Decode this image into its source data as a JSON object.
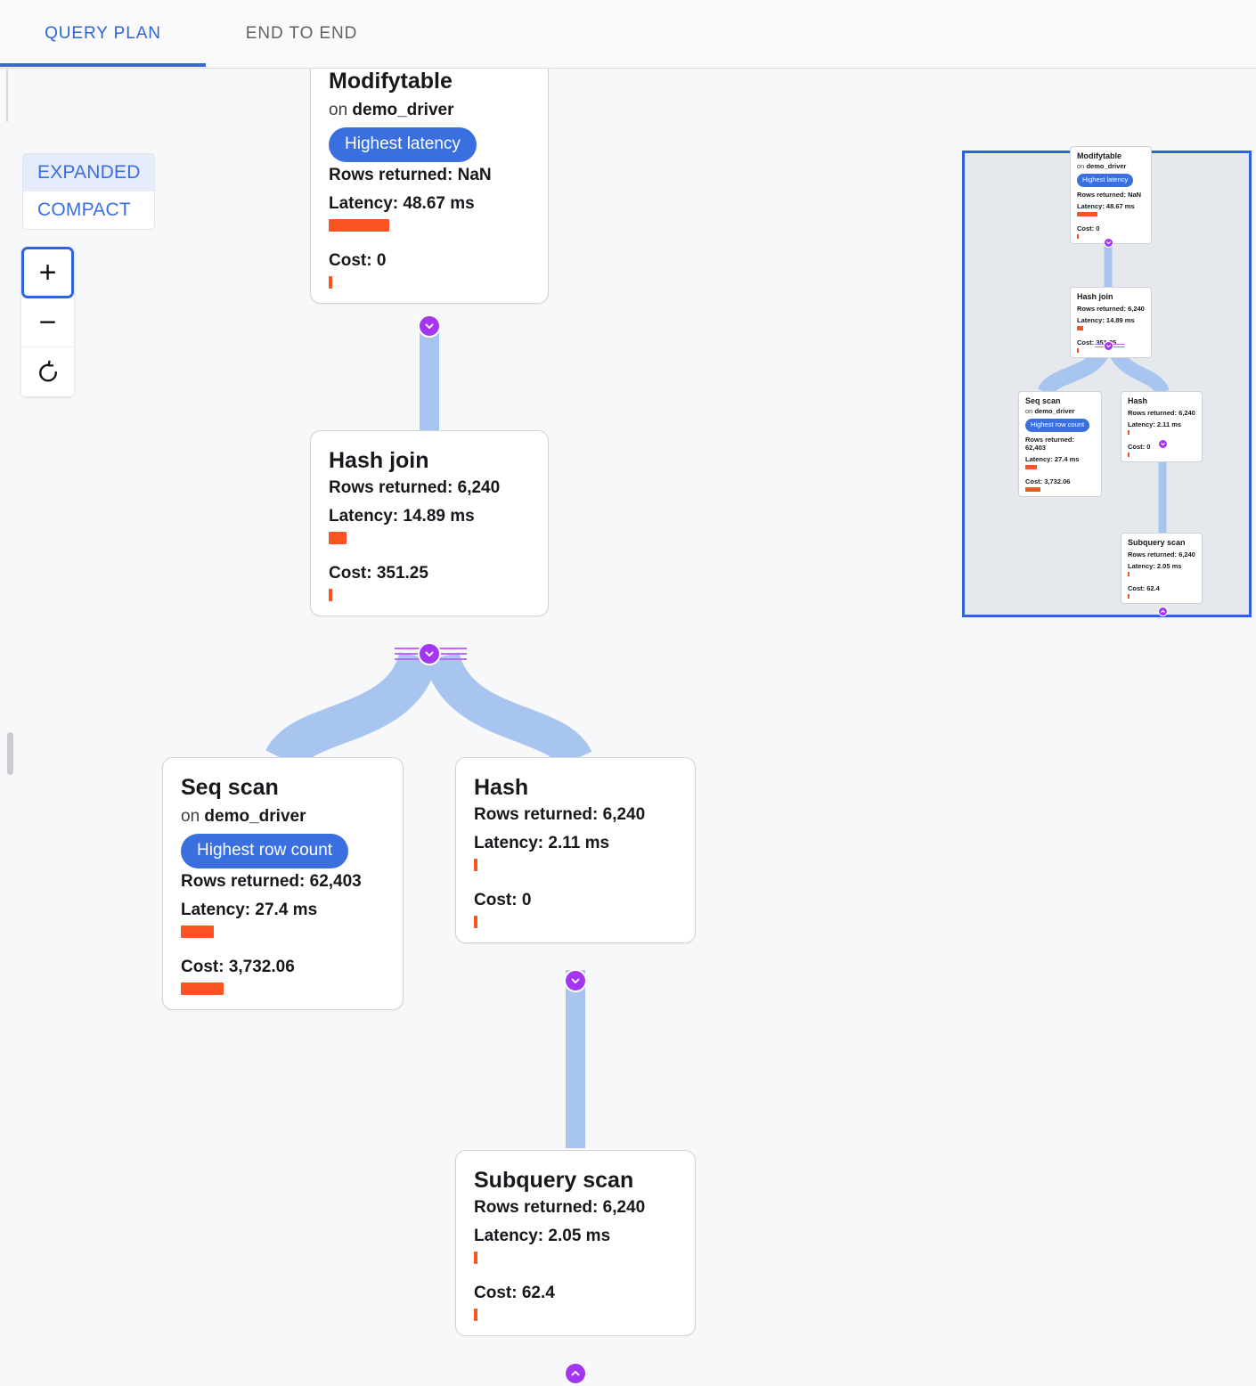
{
  "tabs": [
    {
      "label": "QUERY PLAN",
      "active": true
    },
    {
      "label": "END TO END",
      "active": false
    }
  ],
  "view_mode": {
    "expanded_label": "EXPANDED",
    "compact_label": "COMPACT",
    "selected": "EXPANDED"
  },
  "zoom_controls": {
    "zoom_in": "+",
    "zoom_out": "−",
    "reset": "reset-icon"
  },
  "colors": {
    "accent_blue": "#3a6fe0",
    "tab_active": "#2d65d8",
    "bar_orange": "#fa5423",
    "toggle_purple": "#a435f0",
    "edge_blue": "#a8c5f0",
    "minimap_bg": "#e5e8ec",
    "minimap_border": "#2d65d8",
    "canvas_bg": "#f7f8fa"
  },
  "labels": {
    "on_prefix": "on",
    "rows_returned": "Rows returned:",
    "latency": "Latency:",
    "cost": "Cost:"
  },
  "nodes": [
    {
      "id": "modifytable",
      "title": "Modifytable",
      "relation": "demo_driver",
      "badge": "Highest latency",
      "rows_returned": "Rows returned: NaN",
      "latency": "Latency: 48.67 ms",
      "latency_bar_pct": 30,
      "cost": "Cost: 0",
      "cost_bar_pct": 1.5
    },
    {
      "id": "hash-join",
      "title": "Hash join",
      "relation": null,
      "badge": null,
      "rows_returned": "Rows returned: 6,240",
      "latency": "Latency: 14.89 ms",
      "latency_bar_pct": 9,
      "cost": "Cost: 351.25",
      "cost_bar_pct": 1.5
    },
    {
      "id": "seq-scan",
      "title": "Seq scan",
      "relation": "demo_driver",
      "badge": "Highest row count",
      "rows_returned": "Rows returned: 62,403",
      "latency": "Latency: 27.4 ms",
      "latency_bar_pct": 16,
      "cost": "Cost: 3,732.06",
      "cost_bar_pct": 20
    },
    {
      "id": "hash",
      "title": "Hash",
      "relation": null,
      "badge": null,
      "rows_returned": "Rows returned: 6,240",
      "latency": "Latency: 2.11 ms",
      "latency_bar_pct": 1.5,
      "cost": "Cost: 0",
      "cost_bar_pct": 1.5
    },
    {
      "id": "subquery-scan",
      "title": "Subquery scan",
      "relation": null,
      "badge": null,
      "rows_returned": "Rows returned: 6,240",
      "latency": "Latency: 2.05 ms",
      "latency_bar_pct": 1.5,
      "cost": "Cost: 62.4",
      "cost_bar_pct": 1.5
    }
  ],
  "toggles": {
    "modifytable_chevron": "chevron-down-icon",
    "hash_join_chevron": "chevron-down-icon",
    "hash_chevron": "chevron-down-icon",
    "subquery_chevron": "chevron-up-icon"
  },
  "minimap": {
    "present": true
  }
}
